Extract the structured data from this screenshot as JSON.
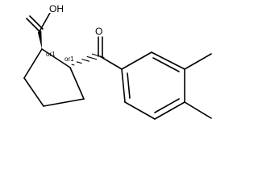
{
  "molecule": {
    "atoms": {
      "carboxyl_oh": "OH",
      "ketone_o": "O"
    },
    "stereo_labels": [
      "or1",
      "or1"
    ]
  }
}
